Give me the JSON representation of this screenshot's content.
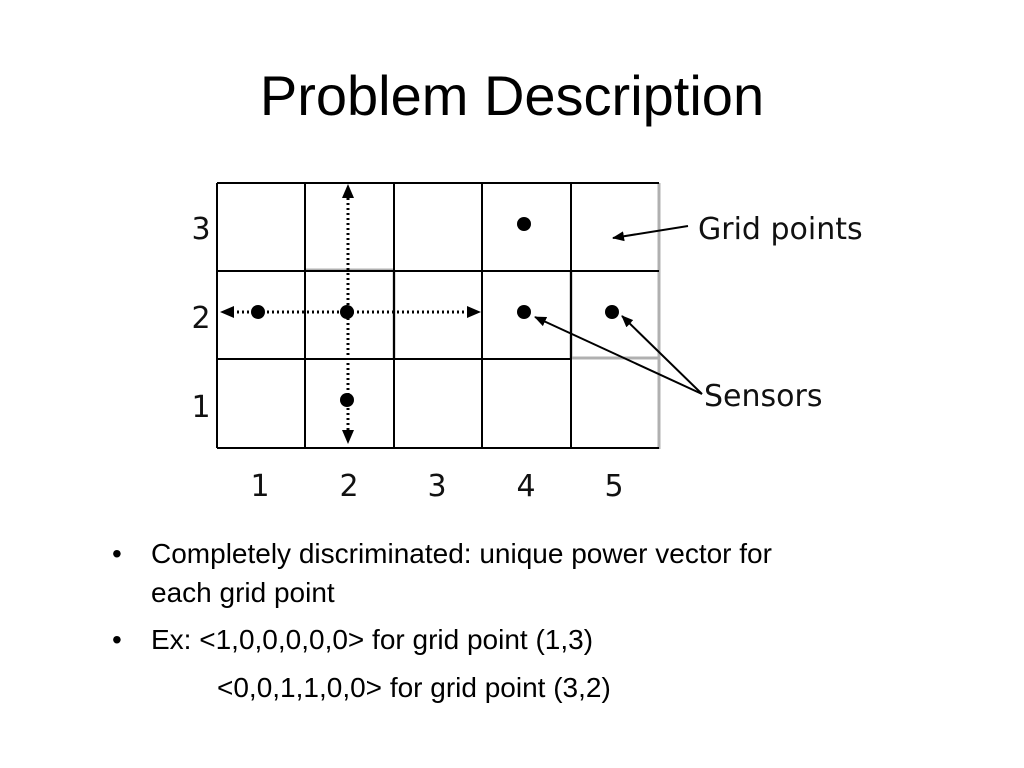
{
  "slide": {
    "title": "Problem Description"
  },
  "figure": {
    "row_labels": [
      "3",
      "2",
      "1"
    ],
    "col_labels": [
      "1",
      "2",
      "3",
      "4",
      "5"
    ],
    "grid_points_label": "Grid points",
    "sensors_label": "Sensors",
    "grid_points_shown": [
      [
        2,
        1
      ],
      [
        4,
        3
      ],
      [
        2,
        2
      ],
      [
        4,
        2
      ],
      [
        5,
        2
      ]
    ],
    "sensors_pointed": [
      [
        4,
        2
      ],
      [
        5,
        2
      ]
    ],
    "colors": {
      "grid": "#000000",
      "highlight": "#b0b0b0"
    }
  },
  "bullets": {
    "item1_line1": "Completely discriminated: unique power vector for",
    "item1_line2": "each grid point",
    "item2_line1": "Ex: <1,0,0,0,0,0> for grid point (1,3)",
    "item2_line2": "<0,0,1,1,0,0> for grid point (3,2)",
    "bullet_char": "•"
  }
}
